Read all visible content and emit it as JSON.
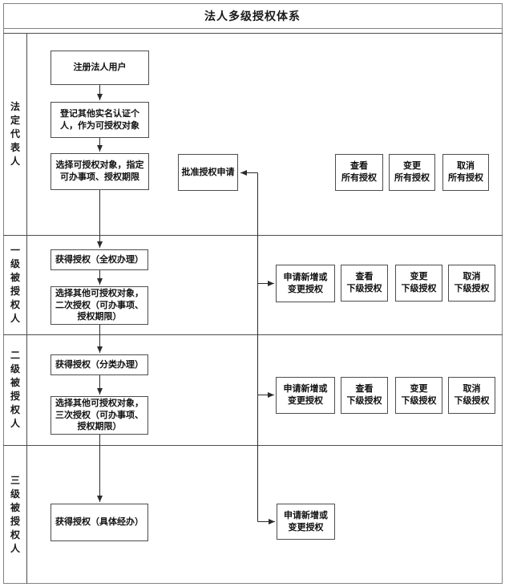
{
  "title": "法人多级授权体系",
  "colors": {
    "outer_frame": "#828282",
    "inner_lines": "#4d4d4d",
    "arrow": "#2b2b2b",
    "text": "#1a1a1a",
    "background": "#ffffff"
  },
  "lanes": [
    {
      "label": "法定代表人",
      "nodes": [
        {
          "name": "register-legal-user",
          "label": "注册法人用户"
        },
        {
          "name": "record-real-name-persons",
          "label": "登记其他实名认证个\n人，作为可授权对象"
        },
        {
          "name": "select-grantee-scope",
          "label": "选择可授权对象，指定\n可办事项、授权期限"
        },
        {
          "name": "approve-auth-request",
          "label": "批准授权申请"
        },
        {
          "name": "view-all-auth",
          "label": "查看\n所有授权"
        },
        {
          "name": "change-all-auth",
          "label": "变更\n所有授权"
        },
        {
          "name": "cancel-all-auth",
          "label": "取消\n所有授权"
        }
      ]
    },
    {
      "label": "一级被授权人",
      "nodes": [
        {
          "name": "get-auth-full",
          "label": "获得授权（全权办理）"
        },
        {
          "name": "select-second-auth",
          "label": "选择其他可授权对象，\n二次授权（可办事项、\n授权期限）"
        },
        {
          "name": "apply-add-change-auth",
          "label": "申请新增或\n变更授权"
        },
        {
          "name": "view-sub-auth",
          "label": "查看\n下级授权"
        },
        {
          "name": "change-sub-auth",
          "label": "变更\n下级授权"
        },
        {
          "name": "cancel-sub-auth",
          "label": "取消\n下级授权"
        }
      ]
    },
    {
      "label": "二级被授权人",
      "nodes": [
        {
          "name": "get-auth-category",
          "label": "获得授权（分类办理）"
        },
        {
          "name": "select-third-auth",
          "label": "选择其他可授权对象，\n三次授权（可办事项、\n授权期限）"
        },
        {
          "name": "apply-add-change-auth",
          "label": "申请新增或\n变更授权"
        },
        {
          "name": "view-sub-auth",
          "label": "查看\n下级授权"
        },
        {
          "name": "change-sub-auth",
          "label": "变更\n下级授权"
        },
        {
          "name": "cancel-sub-auth",
          "label": "取消\n下级授权"
        }
      ]
    },
    {
      "label": "三级被授权人",
      "nodes": [
        {
          "name": "get-auth-specific",
          "label": "获得授权（具体经办）"
        },
        {
          "name": "apply-add-change-auth",
          "label": "申请新增或\n变更授权"
        }
      ]
    }
  ]
}
